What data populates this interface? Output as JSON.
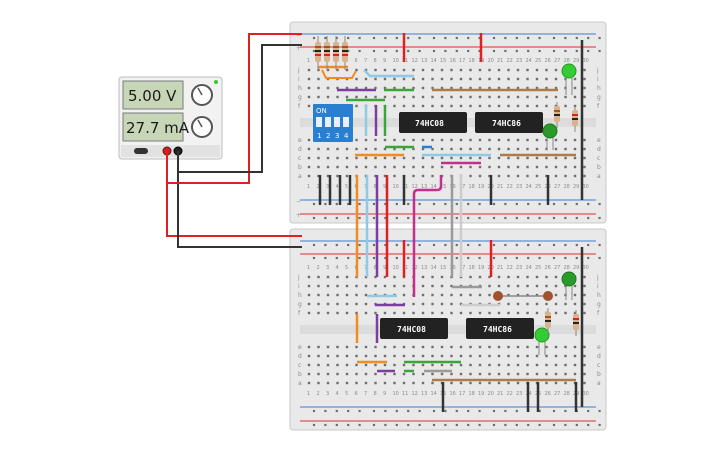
{
  "supply": {
    "voltage": "5.00 V",
    "current": "27.7 mA"
  },
  "chips": [
    {
      "id": "u1",
      "label": "74HC08"
    },
    {
      "id": "u2",
      "label": "74HC86"
    },
    {
      "id": "u3",
      "label": "74HC08"
    },
    {
      "id": "u4",
      "label": "74HC86"
    }
  ],
  "dip_switch": {
    "on_label": "ON",
    "positions": [
      "1",
      "2",
      "3",
      "4"
    ]
  },
  "breadboard": {
    "row_letters_top": [
      "j",
      "i",
      "h",
      "g",
      "f"
    ],
    "row_letters_bottom": [
      "e",
      "d",
      "c",
      "b",
      "a"
    ],
    "column_numbers": [
      "1",
      "2",
      "3",
      "4",
      "5",
      "6",
      "7",
      "8",
      "9",
      "10",
      "11",
      "12",
      "13",
      "14",
      "15",
      "16",
      "17",
      "18",
      "19",
      "20",
      "21",
      "22",
      "23",
      "24",
      "25",
      "26",
      "27",
      "28",
      "29",
      "30"
    ]
  },
  "colors": {
    "wire_red": "#e02020",
    "wire_black": "#333333",
    "wire_orange": "#f28c1e",
    "wire_lightblue": "#8ecae6",
    "wire_purple": "#7b3fa0",
    "wire_green": "#3aa63a",
    "wire_brown": "#b07a4a",
    "wire_magenta": "#c2308c",
    "wire_gray": "#9a9a9a",
    "led_green": "#33cc33",
    "dip_blue": "#2a7fd0",
    "chip_black": "#222222"
  }
}
